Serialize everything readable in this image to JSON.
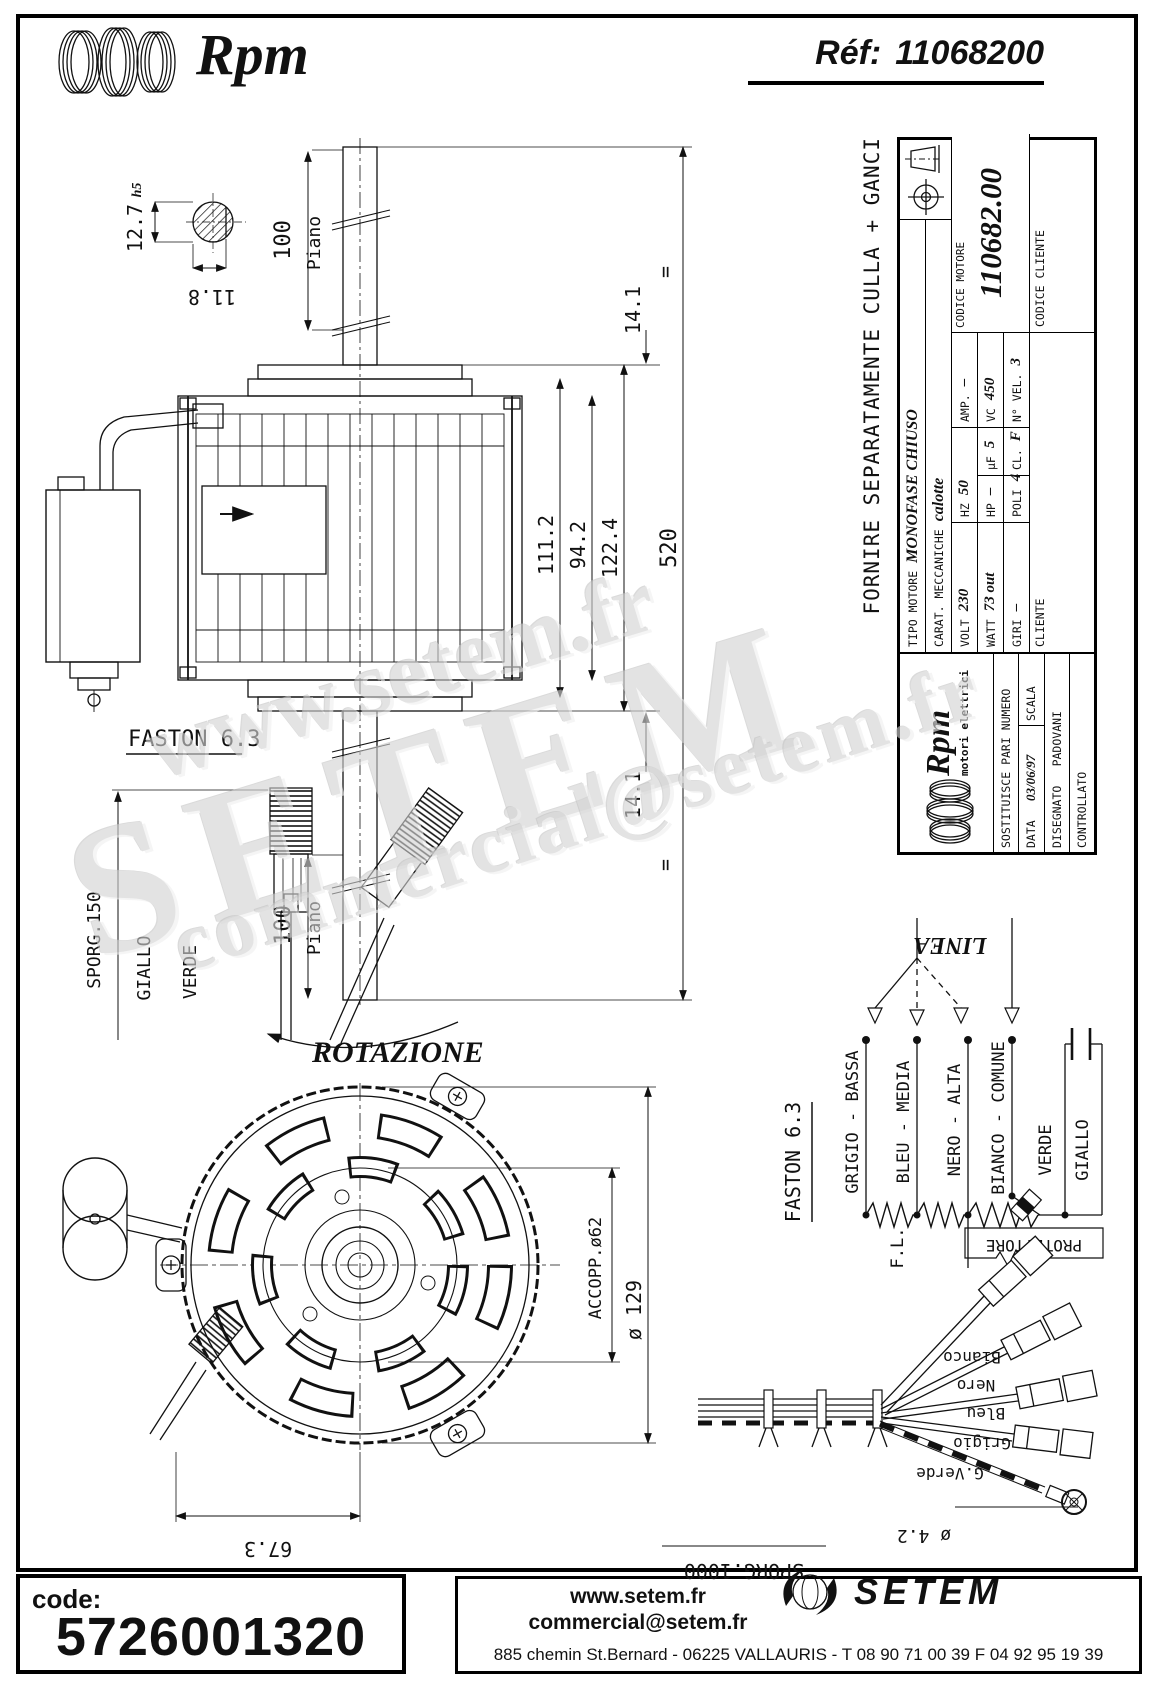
{
  "header": {
    "brand": "Rpm",
    "ref_label": "Réf:",
    "ref_value": "11068200"
  },
  "note": "FORNIRE SEPARATAMENTE CULLA + GANCI",
  "watermark": {
    "line1": "www.setem.fr",
    "line2": "SETEM",
    "line3": "commercial@setem.fr"
  },
  "side_view": {
    "detail": {
      "d127": "12.7",
      "tol": "h5",
      "d118": "11.8"
    },
    "shaft_top": {
      "len": "100",
      "piano": "Piano"
    },
    "shaft_bottom": {
      "len": "100",
      "piano": "Piano"
    },
    "d14_top": "14.1",
    "d14_bot": "14.1",
    "d111": "111.2",
    "d94": "94.2",
    "d122": "122.4",
    "d520": "520",
    "eq": "=",
    "faston_label": "FASTON 6.3",
    "sporg": "SPORG.150",
    "giallo": "GIALLO",
    "verde": "VERDE",
    "rotazione": "ROTAZIONE"
  },
  "front_view": {
    "accopp": "ACCOPP.ø62",
    "dia": "ø 129",
    "d67": "67.3"
  },
  "title_block": {
    "tipo_label": "TIPO MOTORE",
    "tipo_value": "MONOFASE CHIUSO",
    "carat_label": "CARAT. MECCANICHE",
    "carat_value": "calotte",
    "volt_label": "VOLT",
    "volt_value": "230",
    "hz_label": "HZ",
    "hz_value": "50",
    "amp_label": "AMP.",
    "amp_value": "–",
    "watt_label": "WATT",
    "watt_value": "73 out",
    "hp_label": "HP",
    "hp_value": "–",
    "uf_label": "µF",
    "uf_value": "5",
    "vc_label": "VC",
    "vc_value": "450",
    "giri_label": "GIRI",
    "giri_value": "–",
    "poli_label": "POLI",
    "poli_value": "4",
    "cl_label": "CL.",
    "cl_value": "F",
    "nvel_label": "N° VEL.",
    "nvel_value": "3",
    "codice_motore_label": "CODICE MOTORE",
    "codice_motore_value": "110682.00",
    "cliente_label": "CLIENTE",
    "codice_cliente_label": "CODICE CLIENTE",
    "brand": "Rpm",
    "brand_sub": "motori elettrici",
    "sostituisce": "SOSTITUISCE PARI NUMERO",
    "data_label": "DATA",
    "data_value": "03/06/97",
    "scala_label": "SCALA",
    "disegnato_label": "DISEGNATO",
    "disegnato_value": "PADOVANI",
    "controllato_label": "CONTROLLATO"
  },
  "schematic": {
    "linea": "LINEA",
    "faston_label": "FASTON 6.3",
    "wire_grigio": "GRIGIO - BASSA",
    "wire_bleu": "BLEU - MEDIA",
    "wire_nero": "NERO - ALTA",
    "wire_bianco": "BIANCO - COMUNE",
    "fl": "F.L.",
    "protettore": "PROTETTORE",
    "verde": "VERDE",
    "giallo": "GIALLO"
  },
  "bundle": {
    "bianco": "Bianco",
    "nero": "Nero",
    "bleu": "Bleu",
    "grigio": "Grigio",
    "gverde": "G.Verde",
    "dia": "ø 4.2",
    "sporg": "SPORG.1000"
  },
  "footer": {
    "code_label": "code:",
    "code_value": "5726001320",
    "website": "www.setem.fr",
    "email": "commercial@setem.fr",
    "logo_text": "SETEM",
    "address": "885 chemin St.Bernard  -  06225 VALLAURIS  -  T 08 90 71 00 39  F 04 92 95 19 39"
  }
}
